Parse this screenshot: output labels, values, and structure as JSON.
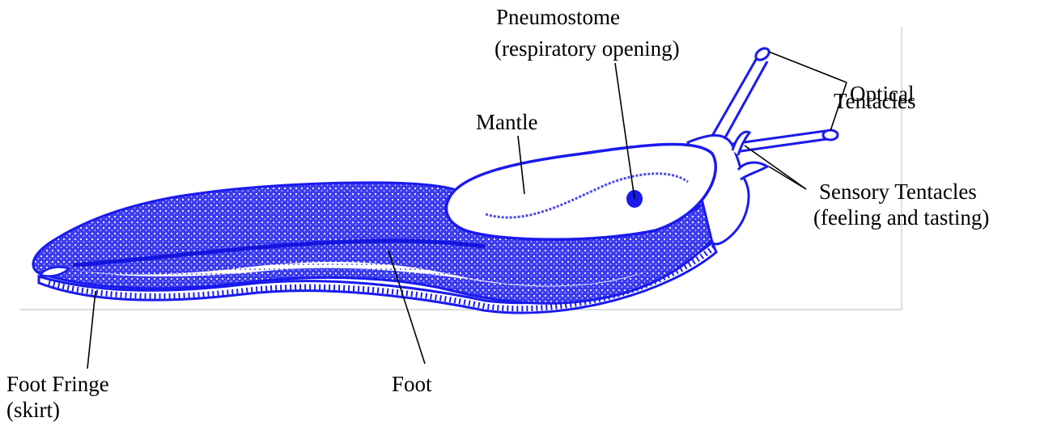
{
  "labels": {
    "pneumostome_line1": "Pneumostome",
    "pneumostome_line2": "(respiratory opening)",
    "optical_line1": "Optical",
    "optical_line2": "Tentacles",
    "mantle": "Mantle",
    "sensory_line1": "Sensory Tentacles",
    "sensory_line2": "(feeling and tasting)",
    "foot_fringe_line1": "Foot Fringe",
    "foot_fringe_line2": "(skirt)",
    "foot": "Foot"
  },
  "colors": {
    "slug_stroke": "#1a1aee",
    "slug_fill": "#4b4bf2",
    "slug_light": "#e6e6ff",
    "label_text": "#000000",
    "frame": "#c8c8c8"
  }
}
